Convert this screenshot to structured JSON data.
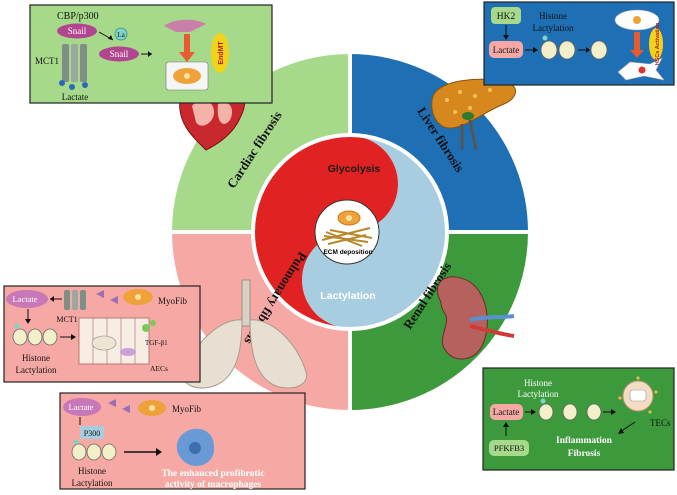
{
  "center": {
    "glycolysis": "Glycolysis",
    "lactylation": "Lactylation",
    "ecm": "ECM deposition"
  },
  "quadrants": {
    "cardiac": "Cardiac fibrosis",
    "liver": "Liver fibrosis",
    "pulmonary": "Pulmonary fibrosis",
    "renal": "Renal fibrosis"
  },
  "cardiac_box": {
    "cbp": "CBP/p300",
    "snail_top": "Snail",
    "snail_mid": "Snail",
    "la": "La",
    "mct1": "MCT1",
    "lactate": "Lactate",
    "endmt": "EndMT"
  },
  "liver_box": {
    "hk2": "HK2",
    "histone": "Histone",
    "lactylation": "Lactylation",
    "lactate": "Lactate",
    "hscs": "HSCs Activation"
  },
  "pulm_box1": {
    "lactate": "Lactate",
    "myofib": "MyoFib",
    "mct1": "MCT1",
    "histone": "Histone",
    "lactylation": "Lactylation",
    "tgfb1": "TGF-β1",
    "aecs": "AECs"
  },
  "pulm_box2": {
    "lactate": "Lactate",
    "myofib": "MyoFib",
    "p300": "P300",
    "histone": "Histone",
    "lactylation": "Lactylation",
    "enhanced1": "The enhanced profibrotic",
    "enhanced2": "activity of macrophages"
  },
  "renal_box": {
    "histone": "Histone",
    "lactylation": "Lactylation",
    "lactate": "Lactate",
    "tecs": "TECs",
    "inflammation": "Inflammation",
    "fibrosis": "Fibrosis",
    "pfkfb3": "PFKFB3"
  },
  "colors": {
    "cardiac": "#a6d98a",
    "liver": "#1f6fb5",
    "pulmonary": "#f6a9a4",
    "renal": "#3c9a3c",
    "glycolysis": "#a9cde0",
    "lactylation": "#e02222"
  }
}
